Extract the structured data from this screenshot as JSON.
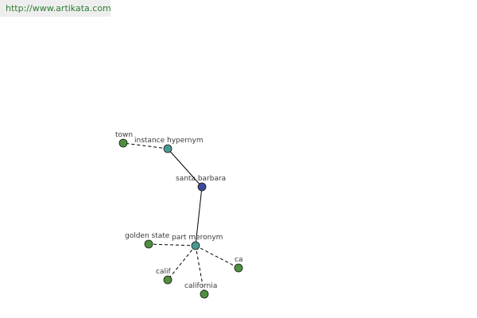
{
  "header": {
    "url_text": "http://www.artikata.com"
  },
  "colors": {
    "link_text": "#2e7d32",
    "url_bar_bg": "#eeeeee",
    "center_node": "#3d4a9a",
    "relation_node": "#4a9a94",
    "leaf_node": "#4f8f3f",
    "node_stroke": "#1a1a1a",
    "edge": "#000000"
  },
  "graph": {
    "nodes": [
      {
        "id": "santa-barbara",
        "label": "santa barbara",
        "kind": "center"
      },
      {
        "id": "instance-hypernym",
        "label": "instance hypernym",
        "kind": "relation"
      },
      {
        "id": "part-meronym",
        "label": "part meronym",
        "kind": "relation"
      },
      {
        "id": "town",
        "label": "town",
        "kind": "leaf"
      },
      {
        "id": "golden-state",
        "label": "golden state",
        "kind": "leaf"
      },
      {
        "id": "calif",
        "label": "calif",
        "kind": "leaf"
      },
      {
        "id": "california",
        "label": "california",
        "kind": "leaf"
      },
      {
        "id": "ca",
        "label": "ca",
        "kind": "leaf"
      }
    ],
    "edges": [
      {
        "from": "santa-barbara",
        "to": "instance-hypernym",
        "style": "solid"
      },
      {
        "from": "santa-barbara",
        "to": "part-meronym",
        "style": "solid"
      },
      {
        "from": "instance-hypernym",
        "to": "town",
        "style": "dashed"
      },
      {
        "from": "part-meronym",
        "to": "golden-state",
        "style": "dashed"
      },
      {
        "from": "part-meronym",
        "to": "calif",
        "style": "dashed"
      },
      {
        "from": "part-meronym",
        "to": "california",
        "style": "dashed"
      },
      {
        "from": "part-meronym",
        "to": "ca",
        "style": "dashed"
      }
    ]
  }
}
